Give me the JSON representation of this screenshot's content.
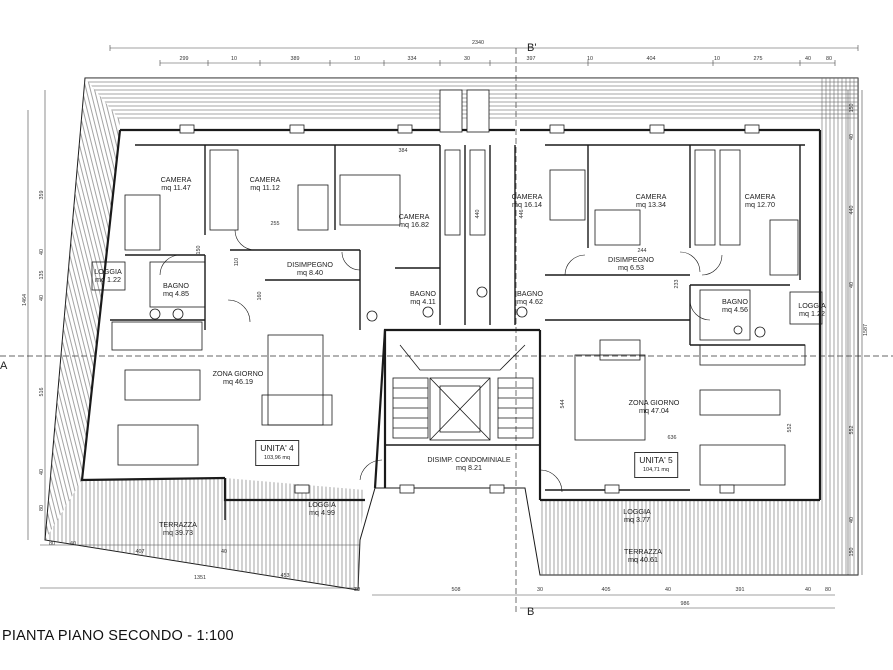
{
  "caption": "PIANTA PIANO SECONDO - 1:100",
  "section_marks": {
    "top": "B'",
    "bottom": "B",
    "left": "A"
  },
  "units": [
    {
      "name": "UNITA' 4",
      "area": "103,96 mq"
    },
    {
      "name": "UNITA' 5",
      "area": "104,71 mq"
    }
  ],
  "rooms": [
    {
      "name": "CAMERA",
      "area": "mq 11.47"
    },
    {
      "name": "CAMERA",
      "area": "mq 11.12"
    },
    {
      "name": "CAMERA",
      "area": "mq 16.82"
    },
    {
      "name": "CAMERA",
      "area": "mq 16.14"
    },
    {
      "name": "CAMERA",
      "area": "mq 13.34"
    },
    {
      "name": "CAMERA",
      "area": "mq 12.70"
    },
    {
      "name": "DISIMPEGNO",
      "area": "mq 8.40"
    },
    {
      "name": "DISIMPEGNO",
      "area": "mq 6.53"
    },
    {
      "name": "LOGGIA",
      "area": "mq 1.22"
    },
    {
      "name": "LOGGIA",
      "area": "mq 1.22"
    },
    {
      "name": "BAGNO",
      "area": "mq 4.85"
    },
    {
      "name": "BAGNO",
      "area": "mq 4.11"
    },
    {
      "name": "BAGNO",
      "area": "mq 4.62"
    },
    {
      "name": "BAGNO",
      "area": "mq 4.56"
    },
    {
      "name": "ZONA GIORNO",
      "area": "mq 46.19"
    },
    {
      "name": "ZONA GIORNO",
      "area": "mq 47.04"
    },
    {
      "name": "DISIMP. CONDOMINIALE",
      "area": "mq 8.21"
    },
    {
      "name": "LOGGIA",
      "area": "mq 4.99"
    },
    {
      "name": "LOGGIA",
      "area": "mq 3.77"
    },
    {
      "name": "TERRAZZA",
      "area": "mq 39.73"
    },
    {
      "name": "TERRAZZA",
      "area": "mq 40.61"
    }
  ],
  "dimensions": {
    "top_total": "2340",
    "top": [
      "299",
      "10",
      "389",
      "10",
      "334",
      "30",
      "397",
      "10",
      "404",
      "10",
      "275",
      "40",
      "80"
    ],
    "bottom_total": "1351",
    "bottom_left": [
      "80",
      "40",
      "407",
      "40",
      "453",
      "30"
    ],
    "bottom_center": [
      "508",
      "30",
      "405",
      "40",
      "391",
      "40",
      "80"
    ],
    "bottom_right_total": "986",
    "left_outer": "1464",
    "left": [
      "359",
      "40",
      "135",
      "40",
      "516",
      "40",
      "80"
    ],
    "right_outer": "1587",
    "right": [
      "150",
      "40",
      "440",
      "40",
      "552",
      "40",
      "150"
    ],
    "inner": [
      "384",
      "255",
      "440",
      "446",
      "544",
      "552",
      "636",
      "233",
      "244",
      "110",
      "160",
      "150"
    ]
  },
  "colors": {
    "line": "#1a1a1a",
    "hatch": "#555555",
    "paper": "#ffffff"
  }
}
